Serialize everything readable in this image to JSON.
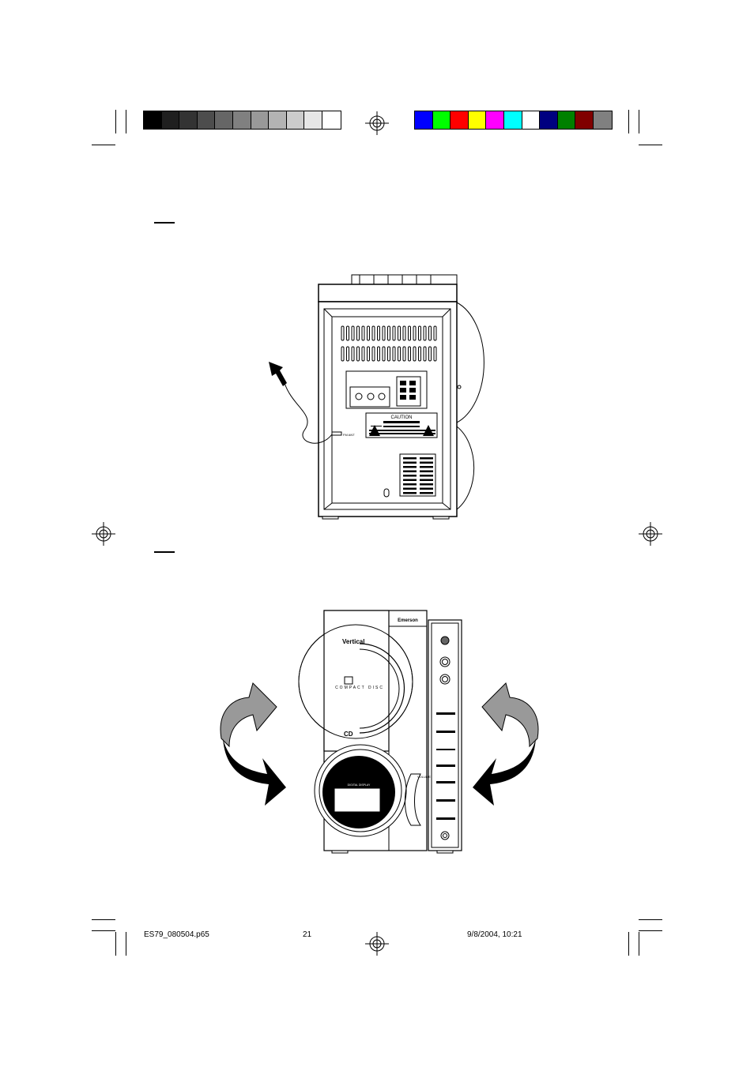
{
  "registration": {
    "grayscale": [
      "#000000",
      "#1f1f1f",
      "#333333",
      "#4d4d4d",
      "#666666",
      "#808080",
      "#999999",
      "#b3b3b3",
      "#cccccc",
      "#e6e6e6",
      "#ffffff"
    ],
    "colors": [
      "#0000ff",
      "#00ff00",
      "#ff0000",
      "#ffff00",
      "#ff00ff",
      "#00ffff",
      "#ffffff",
      "#000080",
      "#008000",
      "#800000",
      "#808080"
    ]
  },
  "figure_top": {
    "panel_label_jack": "FM ANT",
    "caution_title": "CAUTION"
  },
  "figure_bottom": {
    "brand": "Emerson",
    "disc_label_vertical": "Vertical",
    "disc_label_cd": "CD",
    "compact_text": "COMPACT DISC",
    "display_label": "DIGITAL DISPLAY",
    "volume_label": "VOLUME"
  },
  "footer": {
    "filename": "ES79_080504.p65",
    "page": "21",
    "datetime": "9/8/2004, 10:21"
  }
}
